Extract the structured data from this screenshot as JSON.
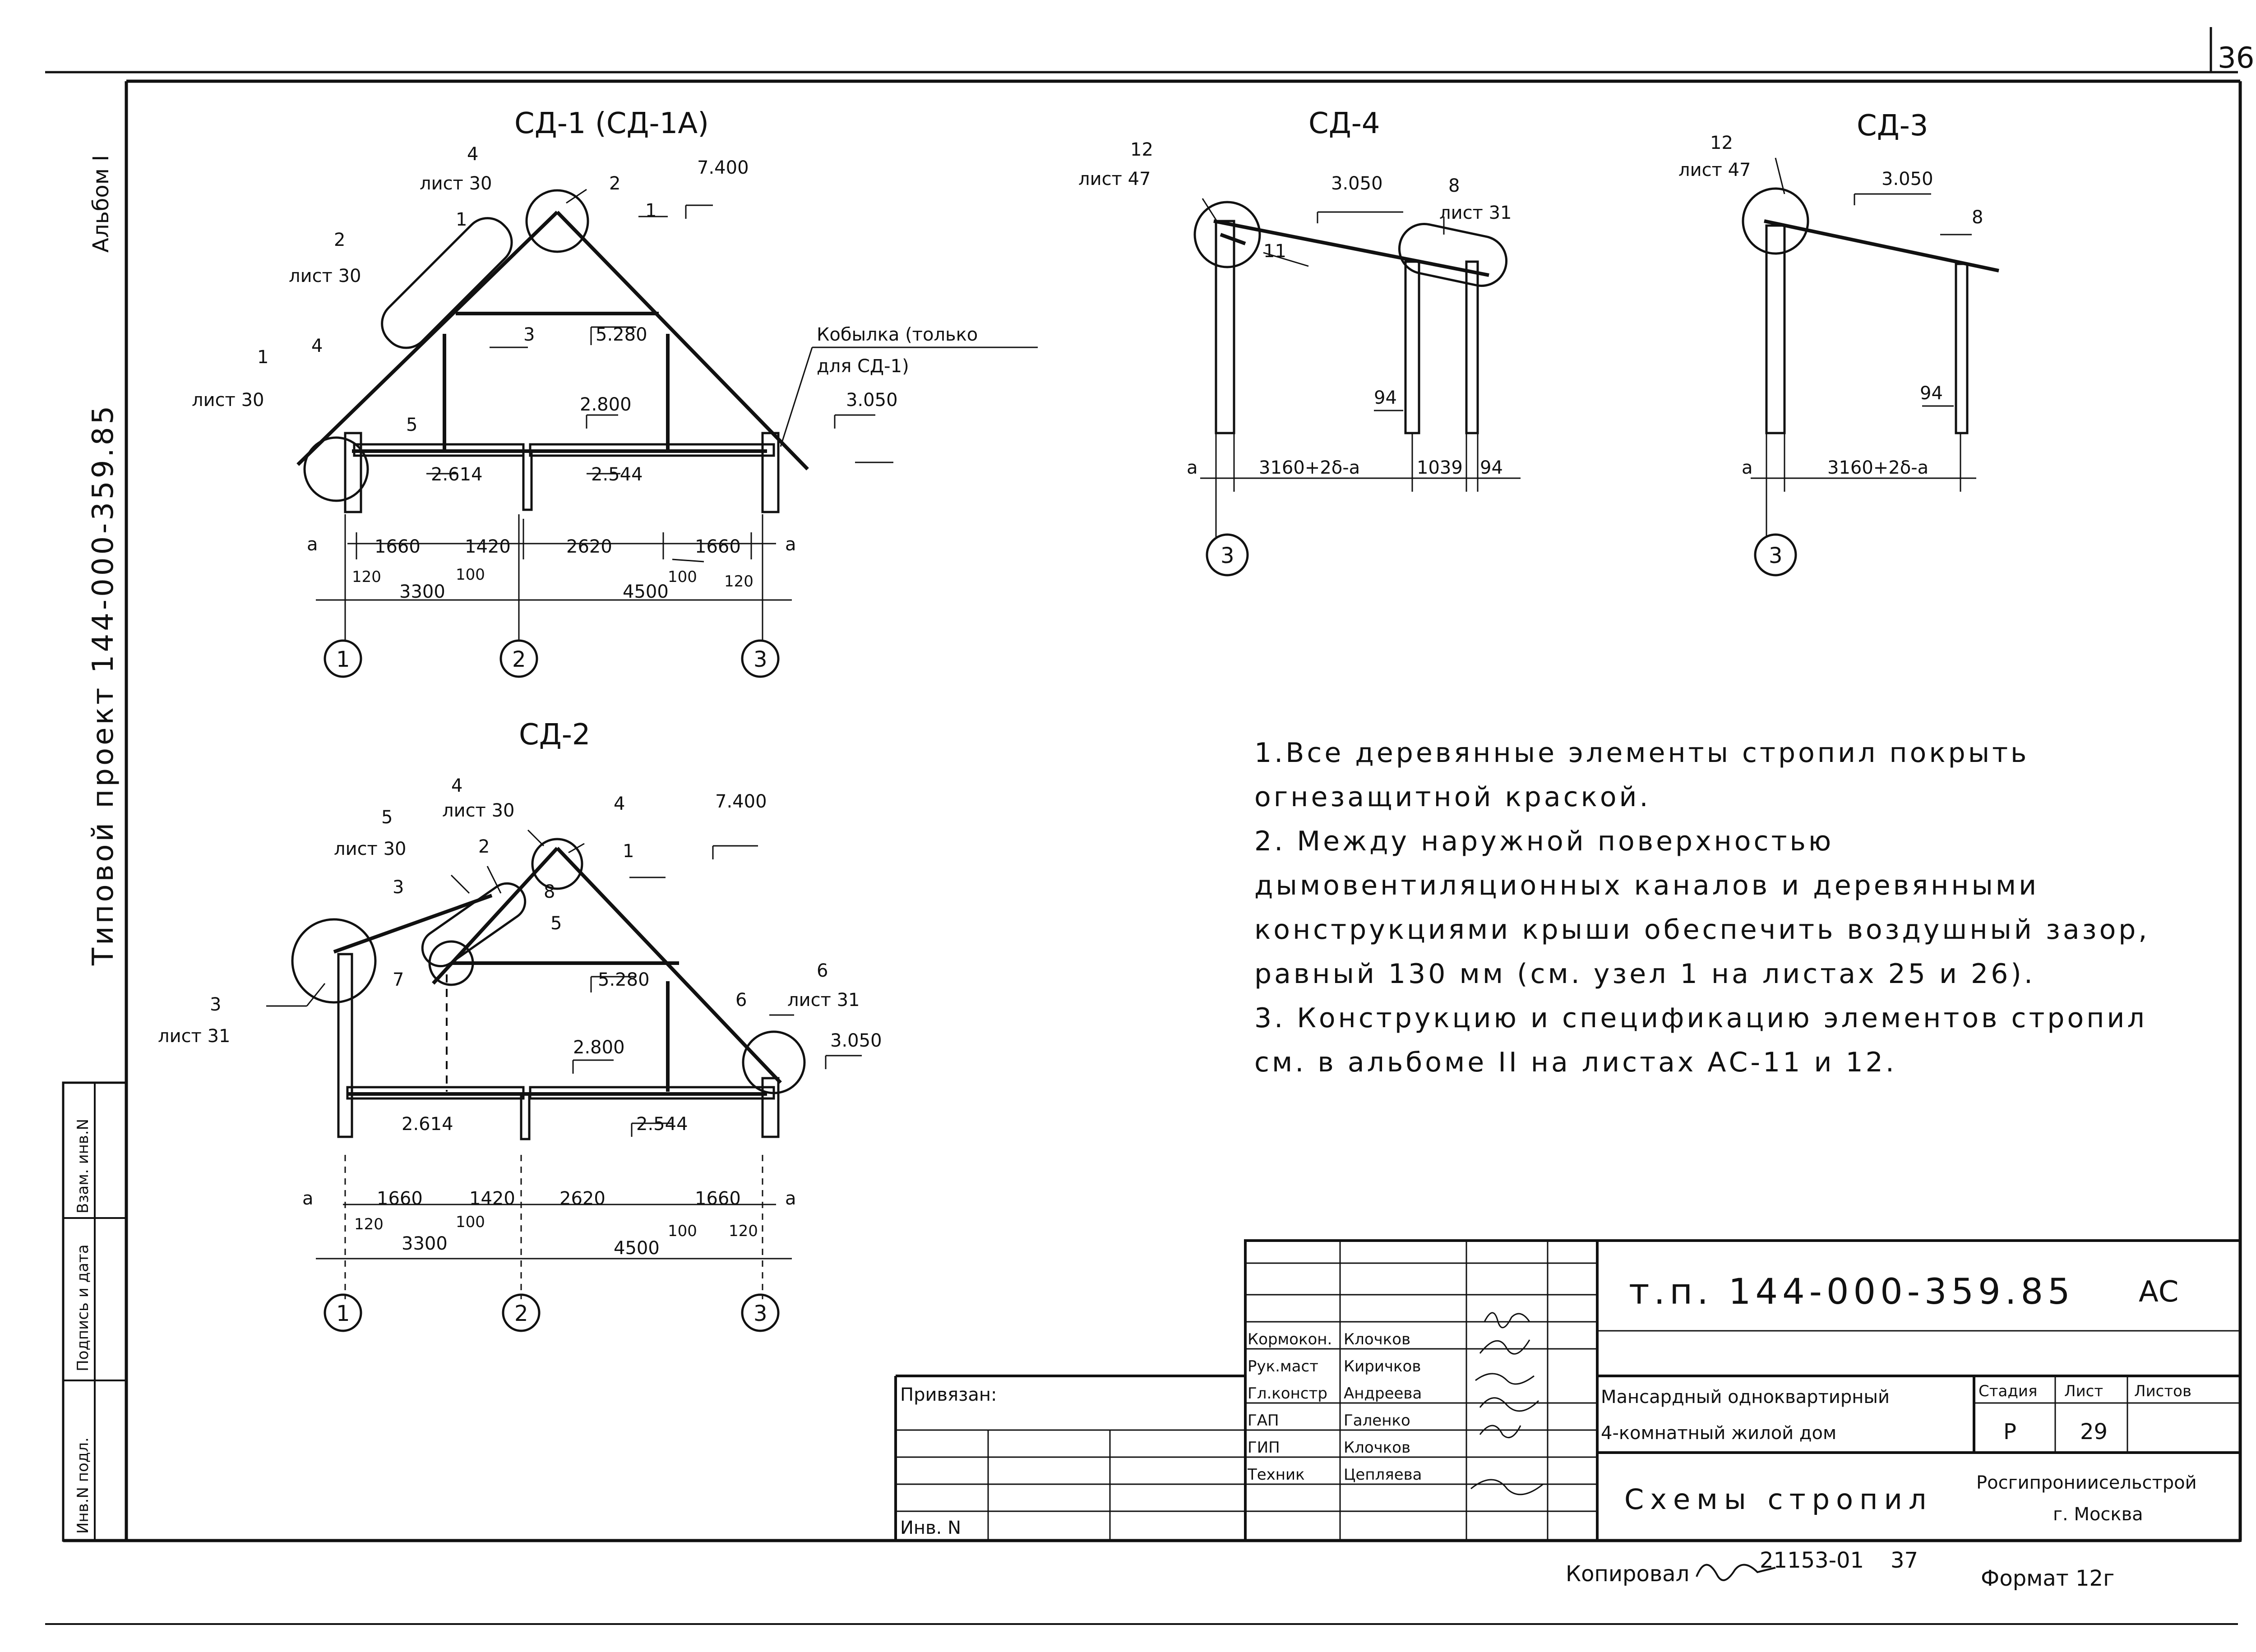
{
  "sheet": {
    "number": "36",
    "copied_by": "Копировал",
    "copy_number": "21153-01",
    "copy_number_2": "37",
    "format": "Формат 12г"
  },
  "margin": {
    "album": "Альбом I",
    "project": "Типовой проект 144-000-359.85",
    "stamp_cols": [
      "Инв.N подл.",
      "Подпись и дата",
      "Взам. инв.N"
    ]
  },
  "drawings": {
    "sd1": {
      "title": "СД-1 (СД-1А)",
      "marks": {
        "m7400": "7.400",
        "m5280": "5.280",
        "m2800": "2.800",
        "m3050": "3.050",
        "m2614": "2.614",
        "m2544": "2.544"
      },
      "callouts": {
        "c4": "4",
        "c4_list": "лист 30",
        "c2": "2",
        "c1": "1",
        "c2b": "2",
        "c2b_list": "лист 30",
        "c1b": "1",
        "c3": "3",
        "c1c": "1",
        "c4c": "4",
        "c1c_list": "лист 30",
        "c5": "5"
      },
      "kobylka": "Кобылка (только",
      "kobylka_2": "для СД-1)",
      "dims_top": {
        "a1": "а",
        "d1660": "1660",
        "d1420": "1420",
        "d2620": "2620",
        "d1660b": "1660",
        "a2": "а"
      },
      "dims_bot": {
        "d120": "120",
        "d3300": "3300",
        "d100": "100",
        "d4500": "4500",
        "d100b": "100",
        "d120b": "120"
      },
      "axes": [
        "1",
        "2",
        "3"
      ]
    },
    "sd2": {
      "title": "СД-2",
      "marks": {
        "m7400": "7.400",
        "m5280": "5.280",
        "m2800": "2.800",
        "m3050": "3.050",
        "m2614": "2.614",
        "m2544": "2.544"
      },
      "callouts": {
        "c4": "4",
        "c4_list": "лист 30",
        "c4b": "4",
        "c5": "5",
        "c5_list": "лист 30",
        "c2": "2",
        "c1": "1",
        "c3": "3",
        "c8": "8",
        "c5b": "5",
        "c7": "7",
        "c3b": "3",
        "c3b_list": "лист 31",
        "c6": "6",
        "c6_list": "лист 31",
        "c6b": "6"
      },
      "dims_top": {
        "a1": "а",
        "d1660": "1660",
        "d1420": "1420",
        "d2620": "2620",
        "d1660b": "1660",
        "a2": "а"
      },
      "dims_bot": {
        "d120": "120",
        "d3300": "3300",
        "d100": "100",
        "d4500": "4500",
        "d100b": "100",
        "d120b": "120"
      },
      "axes": [
        "1",
        "2",
        "3"
      ]
    },
    "sd4": {
      "title": "СД-4",
      "callouts": {
        "c12": "12",
        "c12_list": "лист 47",
        "c8": "8",
        "c8_list": "лист 31",
        "c11": "11"
      },
      "mark": "3.050",
      "post": "94",
      "dims": {
        "a": "а",
        "span": "3160+2δ-а",
        "d1039": "1039",
        "d94": "94"
      },
      "axis": "3"
    },
    "sd3": {
      "title": "СД-3",
      "callouts": {
        "c12": "12",
        "c12_list": "лист 47",
        "c8": "8"
      },
      "mark": "3.050",
      "post": "94",
      "dims": {
        "a": "а",
        "span": "3160+2δ-а"
      },
      "axis": "3"
    }
  },
  "notes": [
    "1.Все деревянные элементы стропил покрыть огнезащитной краской.",
    "2. Между наружной поверхностью дымовентиляционных каналов и деревянными конструкциями крыши обеспечить воздушный зазор, равный 130 мм (см. узел 1 на листах 25 и 26).",
    "3. Конструкцию и спецификацию элементов стропил см. в альбоме II на листах АС-11 и 12."
  ],
  "title_block": {
    "code": "т.п. 144-000-359.85",
    "mark": "АС",
    "object_1": "Мансардный одноквартирный",
    "object_2": "4-комнатный жилой дом",
    "sheet_title": "Схемы стропил",
    "stage_label": "Стадия",
    "sheet_label": "Лист",
    "sheets_label": "Листов",
    "stage": "Р",
    "sheet_no": "29",
    "org_1": "Росгипрониисельстрой",
    "org_2": "г. Москва",
    "bound": "Привязан:",
    "inv": "Инв. N",
    "staff": [
      {
        "role": "Кормокон.",
        "name": "Клочков"
      },
      {
        "role": "Рук.маст",
        "name": "Киричков"
      },
      {
        "role": "Гл.констр",
        "name": "Андреева"
      },
      {
        "role": "ГАП",
        "name": "Галенко"
      },
      {
        "role": "ГИП",
        "name": "Клочков"
      },
      {
        "role": "Техник",
        "name": "Цепляева"
      }
    ]
  }
}
